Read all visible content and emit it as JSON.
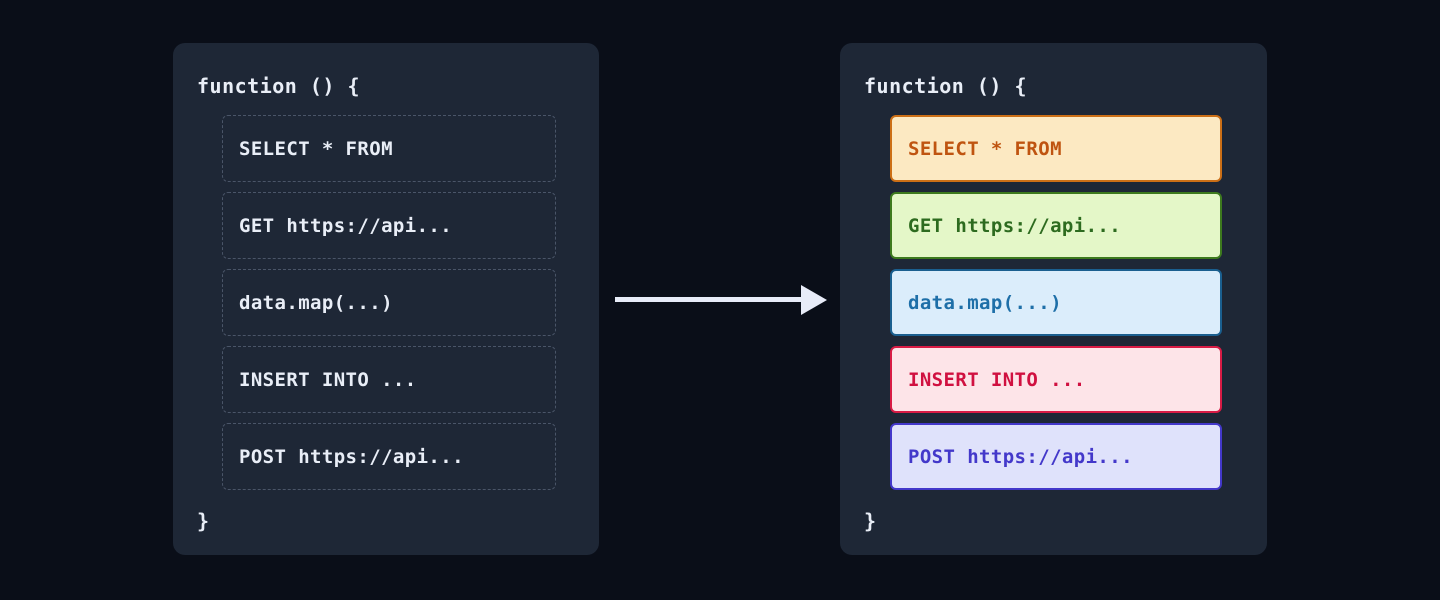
{
  "theme": {
    "page_background": "#0a0e18",
    "panel_background": "#1e2736",
    "code_text": "#e9eef7",
    "dashed_border": "#4a5568",
    "arrow_color": "#e8ecf8"
  },
  "left_panel": {
    "open_brace": "function () {",
    "close_brace": "}",
    "statements": [
      {
        "label": "SELECT * FROM"
      },
      {
        "label": "GET https://api..."
      },
      {
        "label": "data.map(...)"
      },
      {
        "label": "INSERT INTO ..."
      },
      {
        "label": "POST https://api..."
      }
    ]
  },
  "right_panel": {
    "open_brace": "function () {",
    "close_brace": "}",
    "statements": [
      {
        "label": "SELECT * FROM",
        "background": "#fce9c2",
        "border": "#cc6f16",
        "text": "#bf5410"
      },
      {
        "label": "GET https://api...",
        "background": "#e4f7c8",
        "border": "#3d7a1e",
        "text": "#2d6b1f"
      },
      {
        "label": "data.map(...)",
        "background": "#dbedfb",
        "border": "#1a5f8f",
        "text": "#1e6fa8"
      },
      {
        "label": "INSERT INTO ...",
        "background": "#fde4e8",
        "border": "#d81b45",
        "text": "#d01040"
      },
      {
        "label": "POST https://api...",
        "background": "#dfe2fb",
        "border": "#4338ca",
        "text": "#4338ca"
      }
    ]
  },
  "arrow": {
    "direction": "right",
    "label": ""
  }
}
